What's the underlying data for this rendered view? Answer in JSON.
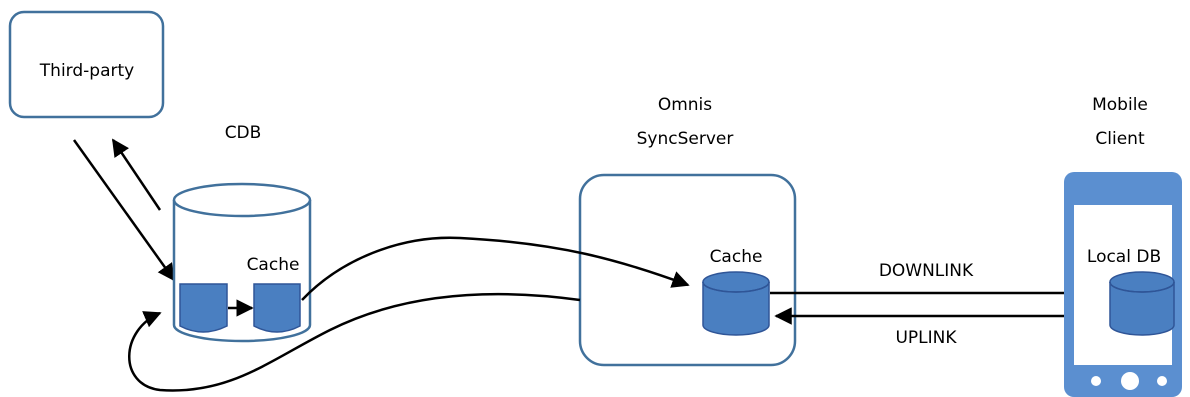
{
  "third_party": {
    "label": "Third-party"
  },
  "cdb": {
    "label": "CDB",
    "cache_label": "Cache"
  },
  "sync_server": {
    "label_line1": "Omnis",
    "label_line2": "SyncServer",
    "cache_label": "Cache"
  },
  "mobile_client": {
    "label_line1": "Mobile",
    "label_line2": "Client",
    "db_label": "Local DB"
  },
  "links": {
    "downlink": "DOWNLINK",
    "uplink": "UPLINK"
  },
  "colors": {
    "outline": "#41719c",
    "fill": "#4a7fc1",
    "phone": "#5b8fd0",
    "arrow": "#000000"
  }
}
